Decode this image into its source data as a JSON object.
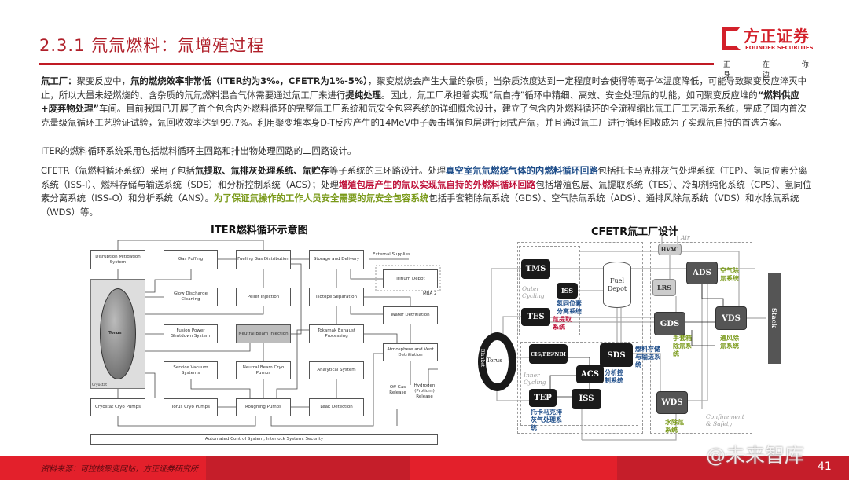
{
  "header": {
    "title": "2.3.1 氘氚燃料：氚增殖过程",
    "logo_cn": "方正证券",
    "logo_en": "FOUNDER SECURITIES",
    "slogan": "正 在 你 身 边",
    "accent_color": "#c01a24"
  },
  "paragraphs": [
    [
      {
        "text": "氚工厂：",
        "style": "b"
      },
      {
        "text": "聚变反应中，",
        "style": ""
      },
      {
        "text": "氚的燃烧效率非常低（ITER约为3‰，CFETR为1%-5%）",
        "style": "b"
      },
      {
        "text": "，聚变燃烧会产生大量的杂质，当杂质浓度达到一定程度时会使得等离子体温度降低，可能导致聚变反应淬灭中止，所以大量未经燃烧的、含杂质的氘氚燃料混合气体需要通过氚工厂来进行",
        "style": ""
      },
      {
        "text": "提纯处理",
        "style": "b"
      },
      {
        "text": "。因此，氚工厂承担着实现“氚自持”循环中精细、高效、安全处理氚的功能，如同聚变反应堆的",
        "style": ""
      },
      {
        "text": "“燃料供应+废弃物处理”",
        "style": "b"
      },
      {
        "text": "车间。目前我国已开展了首个包含内外燃料循环的完整氚工厂系统和氚安全包容系统的详细概念设计，建立了包含内外燃料循环的全流程缩比氚工厂工艺演示系统，完成了国内首次克量级氚循环工艺验证试验，氚回收效率达到99.7%。利用聚变堆本身D-T反应产生的14MeV中子轰击增殖包层进行闭式产氚，并且通过氚工厂进行循环回收成为了实现氚自持的首选方案。",
        "style": ""
      }
    ],
    [
      {
        "text": "ITER的燃料循环系统采用包括燃料循环主回路和排出物处理回路的二回路设计。",
        "style": ""
      }
    ],
    [
      {
        "text": "CFETR（氚燃料循环系统）采用了包括",
        "style": ""
      },
      {
        "text": "氚提取、氚排灰处理系统、氚贮存",
        "style": "b"
      },
      {
        "text": "等子系统的三环路设计。处理",
        "style": ""
      },
      {
        "text": "真空室氘氚燃烧气体的内燃料循环回路",
        "style": "blue"
      },
      {
        "text": "包括托卡马克排灰气处理系统（TEP）、氢同位素分离系统（ISS-I）、燃料存储与输送系统（SDS）和分析控制系统（ACS）；处理",
        "style": ""
      },
      {
        "text": "增殖包层产生的氚以实现氚自持的外燃料循环回路",
        "style": "red"
      },
      {
        "text": "包括增殖包层、氚提取系统（TES）、冷却剂纯化系统（CPS）、氢同位素分离系统（ISS-O）和分析系统（ANS）。",
        "style": ""
      },
      {
        "text": "为了保证氚操作的工作人员安全需要的氚安全包容系统",
        "style": "green"
      },
      {
        "text": "包括手套箱除氚系统（GDS）、空气除氚系统（ADS）、通排风除氚系统（VDS）和水除氚系统（WDS）等。",
        "style": ""
      }
    ]
  ],
  "iter_diagram": {
    "title": "ITER燃料循环示意图",
    "boxes": {
      "disruption": "Disruption Mitigation System",
      "gas_puffing": "Gas Puffing",
      "fueling": "Fueling Gas Distribution",
      "storage": "Storage and Delivery",
      "tritium_depot": "Tritium Depot",
      "glow": "Glow Discharge Cleaning",
      "pellet": "Pellet Injection",
      "isotope": "Isotope Separation",
      "water": "Water Detritiation",
      "fusion_power": "Fusion Power Shutdown System",
      "nbi": "Neutral Beam Injection",
      "tokamak_exhaust": "Tokamak Exhaust Processing",
      "atmosphere": "Atmosphere and Vent Detritiation",
      "service_vacuum": "Service Vacuum Systems",
      "nb_cryo": "Neutral Beam Cryo Pumps",
      "analytical": "Analytical System",
      "cryostat_cryo": "Cryostat Cryo Pumps",
      "torus_cryo": "Torus Cryo Pumps",
      "roughing": "Roughing Pumps",
      "leak": "Leak Detection",
      "control": "Automated Control System, Interlock System, Security"
    },
    "labels": {
      "external": "External Supplies",
      "mba": "MBA 2",
      "torus": "Torus",
      "cryostat": "Cryostat",
      "off_gas": "Off Gas Release",
      "hydrogen": "Hydrogen (Protium) Release"
    }
  },
  "cfetr_diagram": {
    "title": "CFETR氚工厂设计",
    "boxes": {
      "tms": "TMS",
      "iss_outer": "ISS",
      "tes": "TES",
      "fuel_depot": "Fuel Depot",
      "hvac": "HVAC",
      "lrs": "LRS",
      "ads": "ADS",
      "gds": "GDS",
      "vds": "VDS",
      "stack": "Stack",
      "torus": "Torus",
      "blanket": "Blanket",
      "cis": "CIS/PIS/NBI",
      "sds": "SDS",
      "acs": "ACS",
      "tep": "TEP",
      "iss_inner": "ISS",
      "wds": "WDS"
    },
    "labels": {
      "air": "Air",
      "outer_cycling": "Outer Cycling",
      "inner_cycling": "Inner Cycling",
      "confinement": "Confinement & Safety",
      "iss_cn": "氢同位素分离系统",
      "tes_cn": "氚提取系统",
      "ads_cn": "空气除氚系统",
      "gds_cn": "手套箱除氚系统",
      "vds_cn": "通风除氚系统",
      "sds_cn": "燃料存储与输送系统",
      "acs_cn": "分析控制系统",
      "tep_cn": "托卡马克排灰气处理系统",
      "wds_cn": "水除氚系统"
    }
  },
  "footer": {
    "source": "资料来源：可控核聚变网站，方正证券研究所",
    "page_number": "41",
    "watermark": "@未来智库"
  }
}
